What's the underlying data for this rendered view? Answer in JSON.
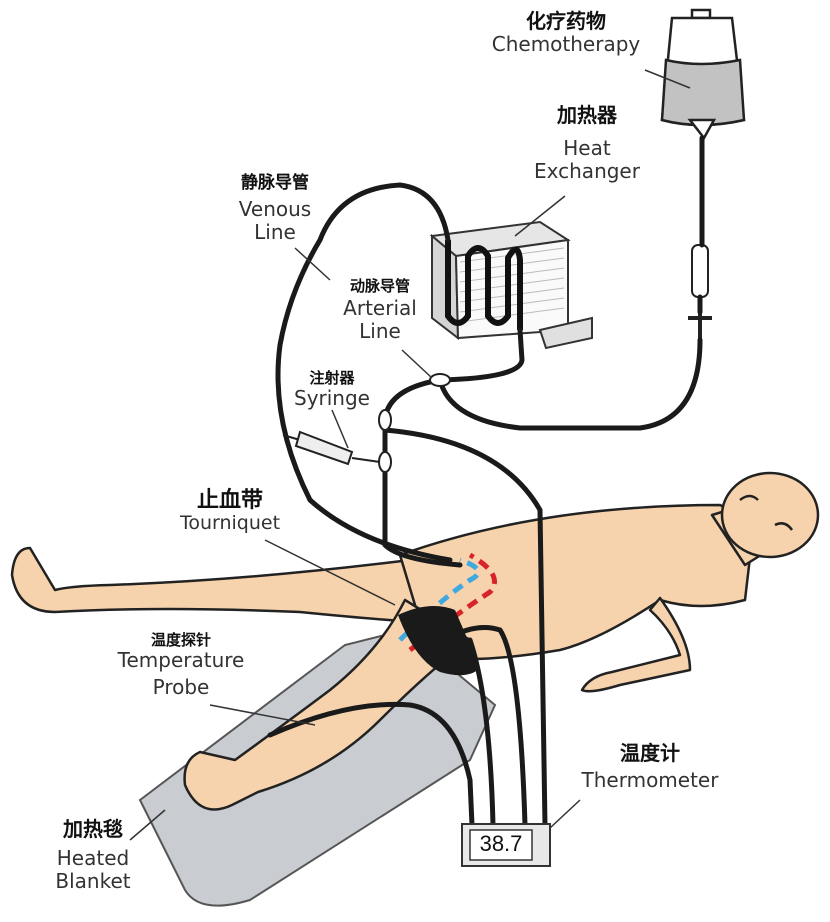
{
  "labels": {
    "chemo": {
      "zh": "化疗药物",
      "en": "Chemotherapy"
    },
    "heat": {
      "zh": "加热器",
      "en1": "Heat",
      "en2": "Exchanger"
    },
    "venous": {
      "zh": "静脉导管",
      "en1": "Venous",
      "en2": "Line"
    },
    "arterial": {
      "zh": "动脉导管",
      "en1": "Arterial",
      "en2": "Line"
    },
    "syringe": {
      "zh": "注射器",
      "en": "Syringe"
    },
    "tourniquet": {
      "zh": "止血带",
      "en": "Tourniquet"
    },
    "probe": {
      "zh": "温度探针",
      "en1": "Temperature",
      "en2": "Probe"
    },
    "thermometer": {
      "zh": "温度计",
      "en": "Thermometer"
    },
    "blanket": {
      "zh": "加热毯",
      "en1": "Heated",
      "en2": "Blanket"
    }
  },
  "thermometer_reading": "38.7",
  "colors": {
    "skin": "#f6d3ad",
    "outline": "#222222",
    "tube": "#1a1a1a",
    "blanket": "#c9cdd1",
    "vein_blue": "#3fa9e0",
    "artery_red": "#d8232a"
  }
}
